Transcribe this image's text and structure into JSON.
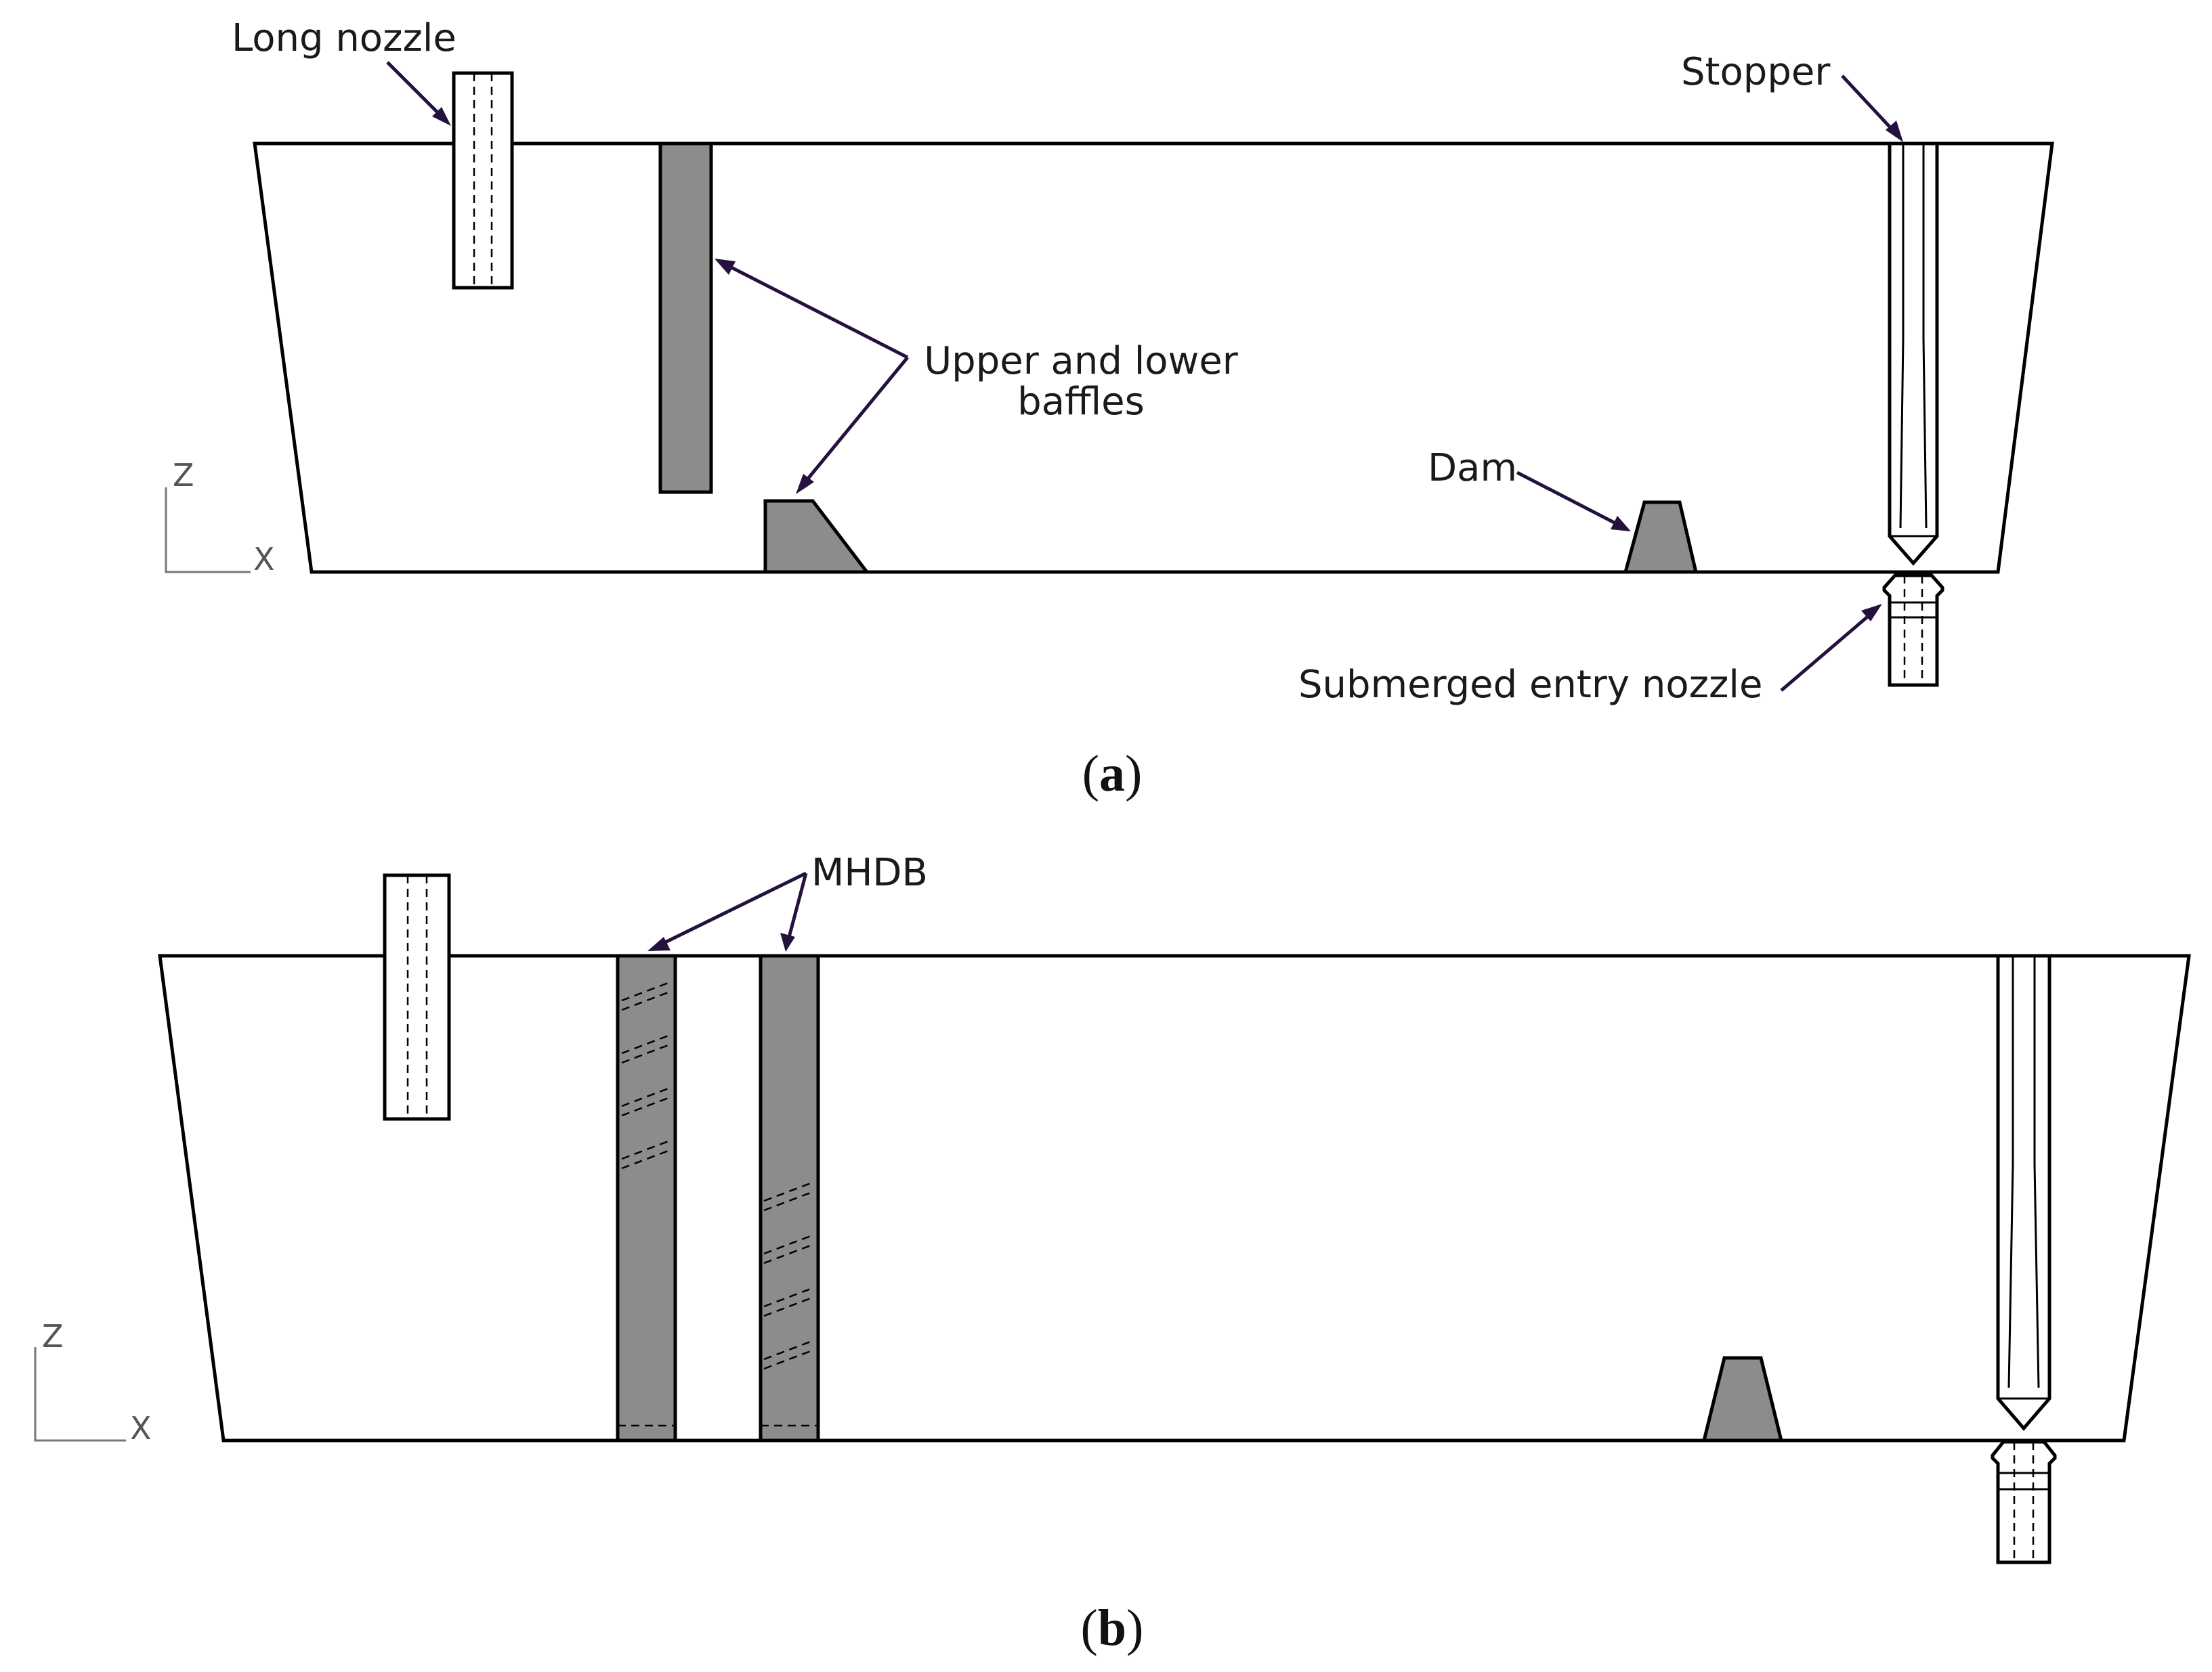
{
  "panel_a": {
    "caption_open": "(",
    "caption_letter": "a",
    "caption_close": ")",
    "labels": {
      "long_nozzle": "Long nozzle",
      "stopper": "Stopper",
      "baffles_line1": "Upper and lower",
      "baffles_line2": "baffles",
      "dam": "Dam",
      "sen": "Submerged entry nozzle"
    },
    "axis": {
      "z": "Z",
      "x": "X"
    }
  },
  "panel_b": {
    "caption_open": "(",
    "caption_letter": "b",
    "caption_close": ")",
    "labels": {
      "mhdb": "MHDB"
    },
    "axis": {
      "z": "Z",
      "x": "X"
    }
  },
  "colors": {
    "baffle_fill": "#8c8c8c",
    "arrow": "#24113d",
    "outline": "#000000"
  }
}
